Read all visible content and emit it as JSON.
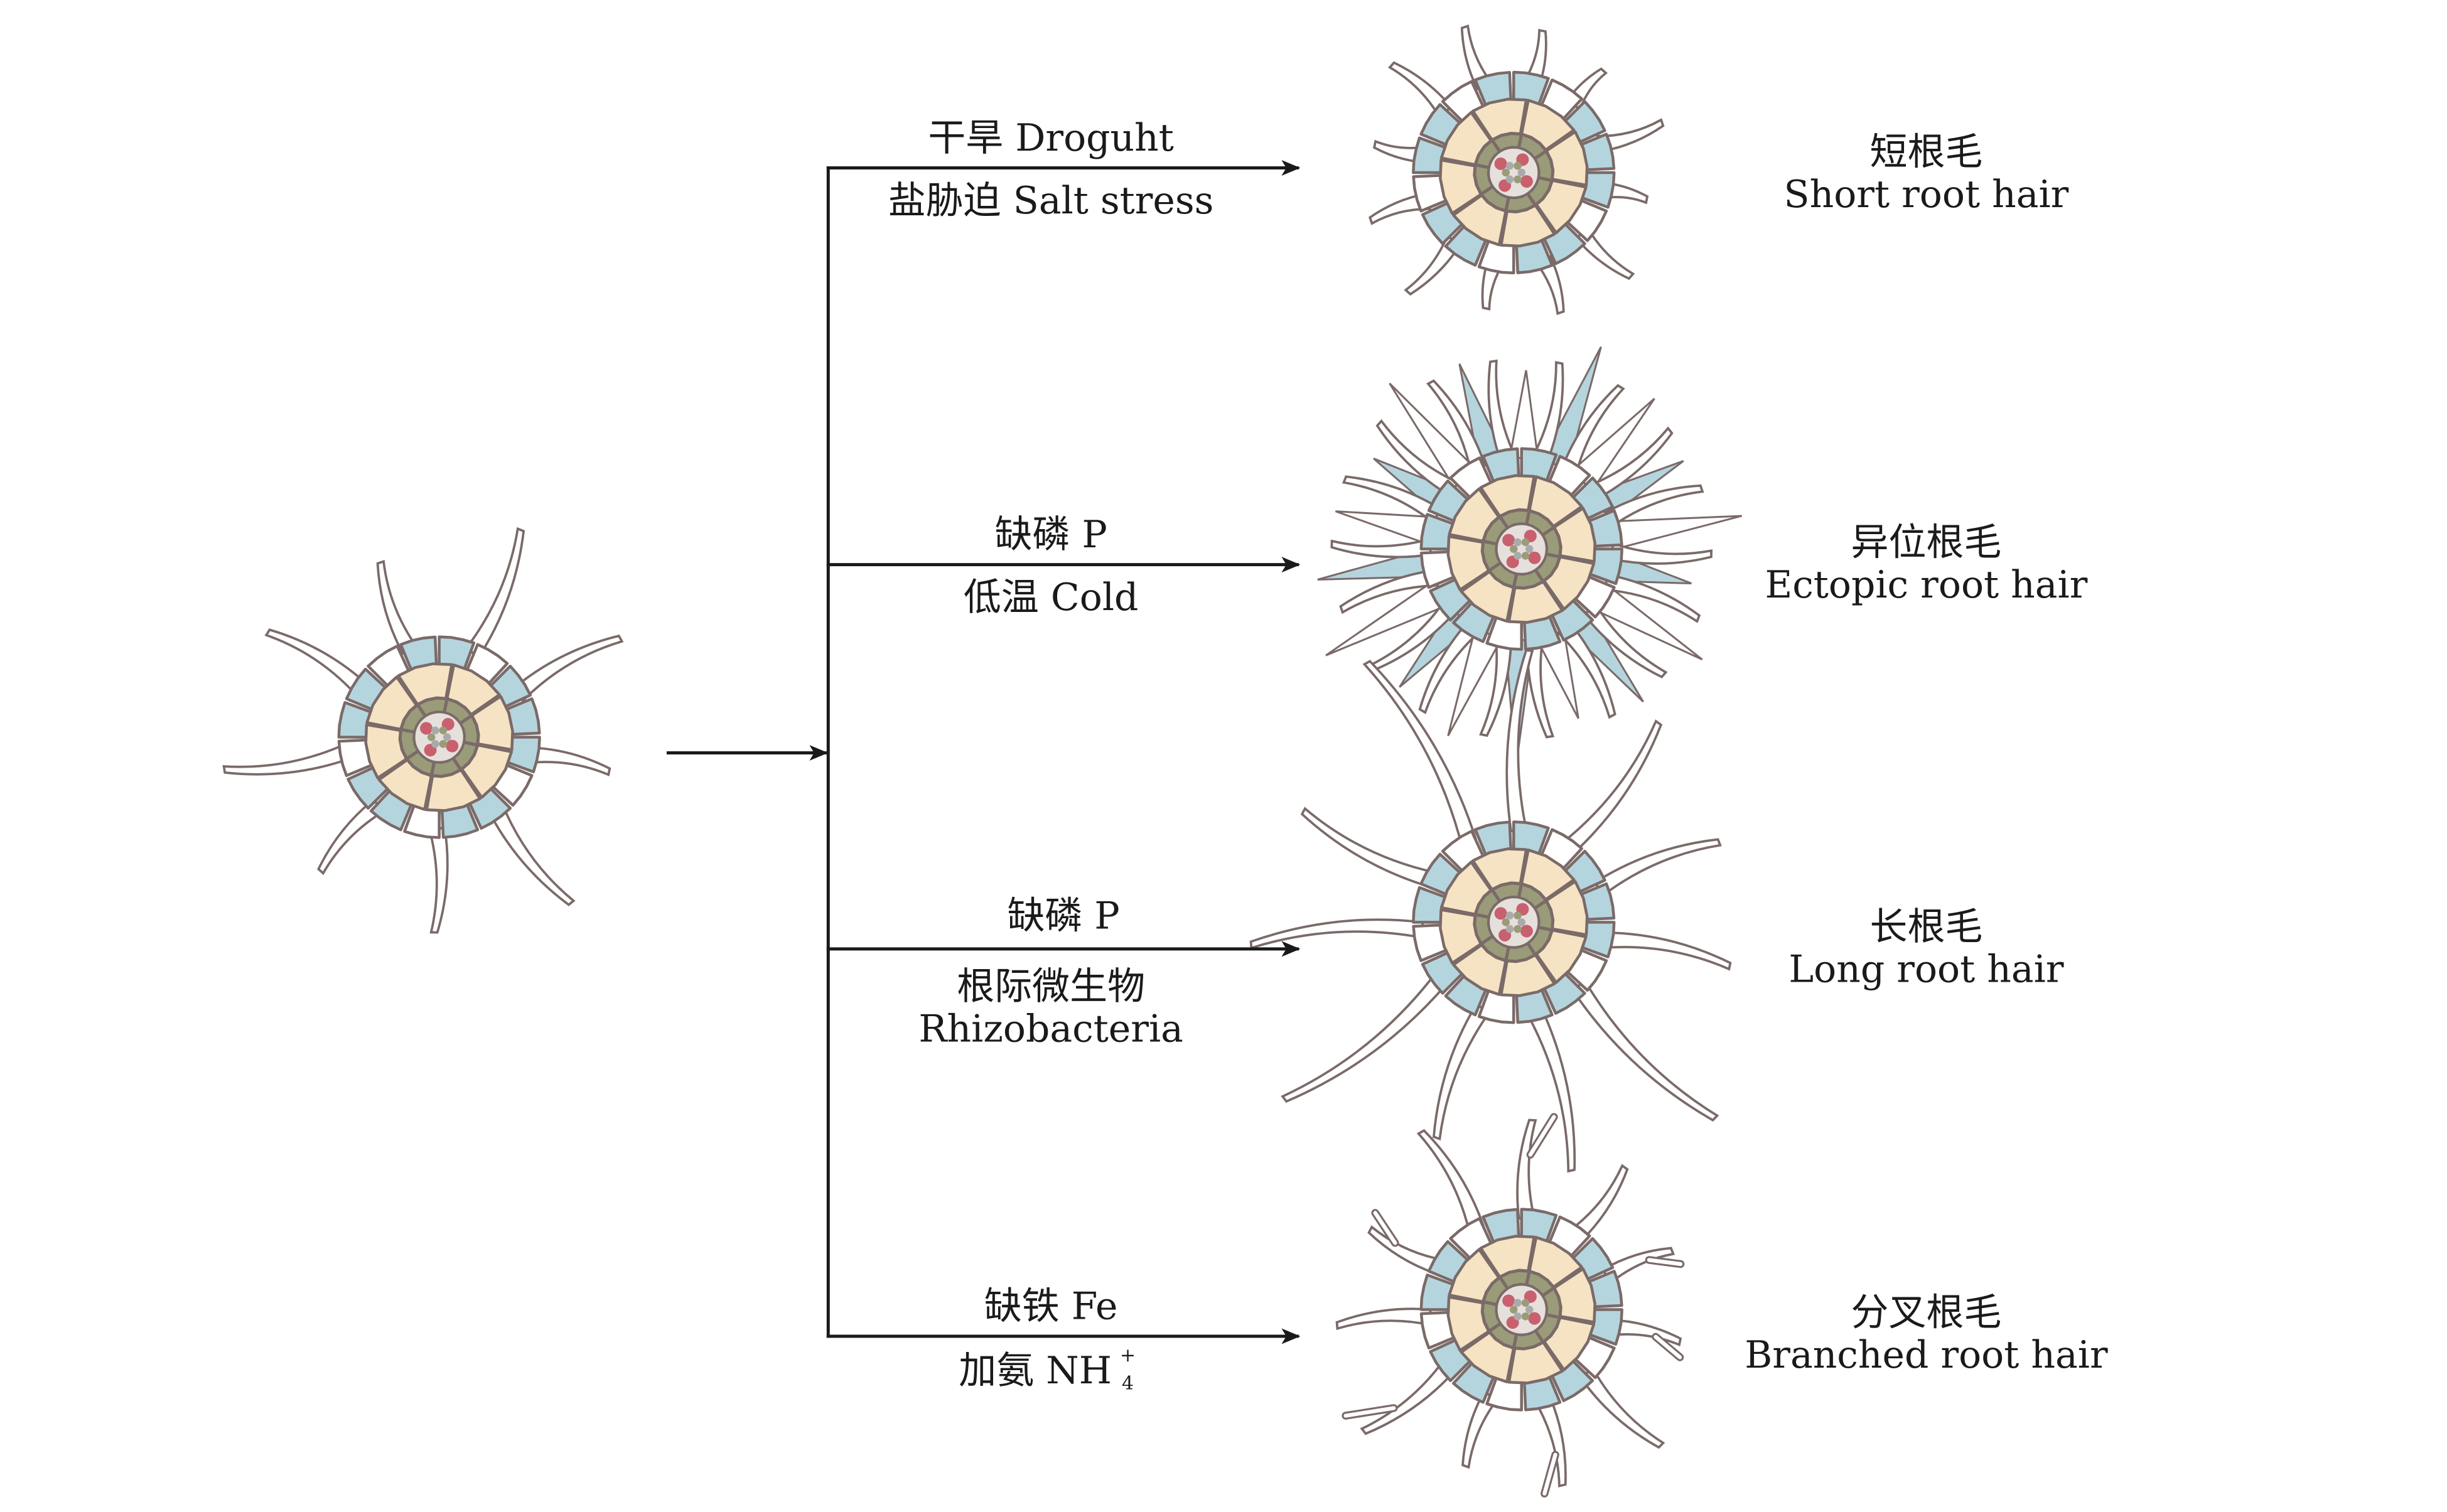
{
  "colors": {
    "epidermis": "#b5d5de",
    "cortex": "#f5e3c3",
    "endodermis": "#9a9b78",
    "xylem": "#c8606e",
    "outline": "#7a6a68",
    "arrow": "#1a1a1a"
  },
  "source": {
    "hair_type": "normal"
  },
  "branches": [
    {
      "condition_line1": "干旱 Droguht",
      "condition_line2": "盐胁迫 Salt stress",
      "condition_line3": "",
      "result_cn": "短根毛",
      "result_en": "Short root hair",
      "hair_type": "short"
    },
    {
      "condition_line1": "缺磷 P",
      "condition_line2": "低温 Cold",
      "condition_line3": "",
      "result_cn": "异位根毛",
      "result_en": "Ectopic root hair",
      "hair_type": "ectopic"
    },
    {
      "condition_line1": "缺磷 P",
      "condition_line2": "根际微生物",
      "condition_line3": "Rhizobacteria",
      "result_cn": "长根毛",
      "result_en": "Long root hair",
      "hair_type": "long"
    },
    {
      "condition_line1": "缺铁 Fe",
      "condition_line2": "加氨 NH",
      "condition_line2_sup": "+",
      "condition_line2_sub": "4",
      "condition_line3": "",
      "result_cn": "分叉根毛",
      "result_en": "Branched root hair",
      "hair_type": "branched"
    }
  ]
}
